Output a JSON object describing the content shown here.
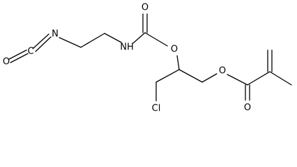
{
  "molecule": {
    "atoms": {
      "isocyanate_o": "O",
      "isocyanate_c": "C",
      "isocyanate_n": "N",
      "carbamate_nh": "NH",
      "carbamate_carbonyl_o": "O",
      "carbamate_ester_o": "O",
      "chlorine": "Cl",
      "methacrylate_ester_o": "O",
      "methacrylate_carbonyl_o": "O"
    }
  }
}
